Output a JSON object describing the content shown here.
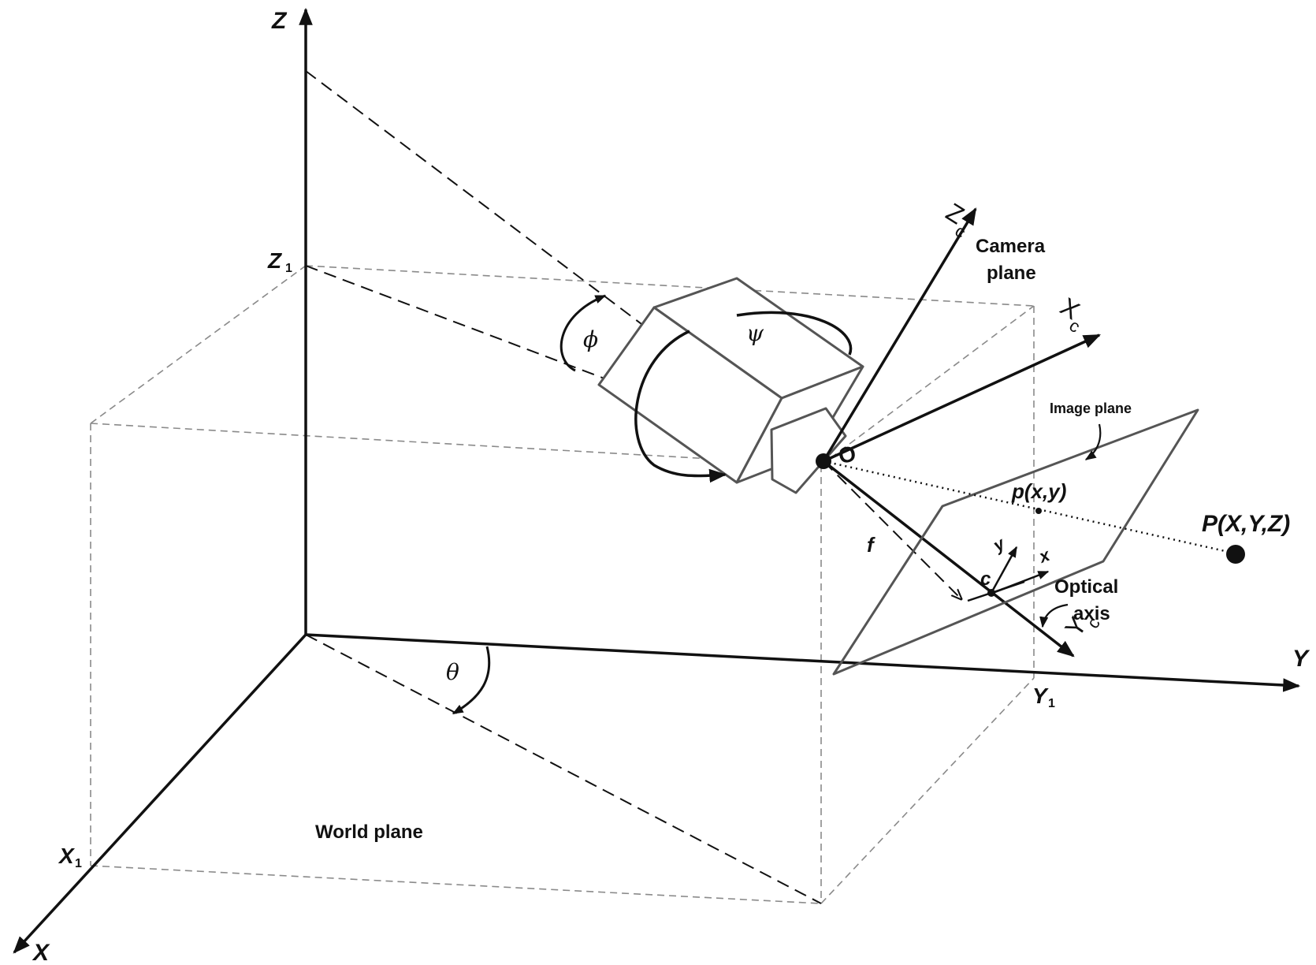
{
  "axes": {
    "z": "Z",
    "y": "Y",
    "x": "X",
    "z1": "Z",
    "y1": "Y",
    "x1": "X",
    "sub1": "1"
  },
  "camera": {
    "zc": "Z",
    "xc": "X",
    "yc": "Y",
    "sub_c": "c",
    "origin": "O",
    "camera_plane_line1": "Camera",
    "camera_plane_line2": "plane",
    "psi": "ψ",
    "phi": "ϕ",
    "theta": "θ"
  },
  "image": {
    "image_plane": "Image plane",
    "point_p_prefix": "p(",
    "point_p_x": "x",
    "point_p_comma": ",",
    "point_p_y": "y",
    "point_p_suffix": ")",
    "small_x": "x",
    "small_y": "y",
    "center_c": "c",
    "focal_f": "f",
    "optical_line1": "Optical",
    "optical_line2": "axis"
  },
  "world": {
    "world_plane": "World plane",
    "point_P": "P(X,Y,Z)"
  },
  "colors": {
    "ink": "#111111",
    "box_gray": "#555555",
    "dash_gray": "#888888"
  }
}
